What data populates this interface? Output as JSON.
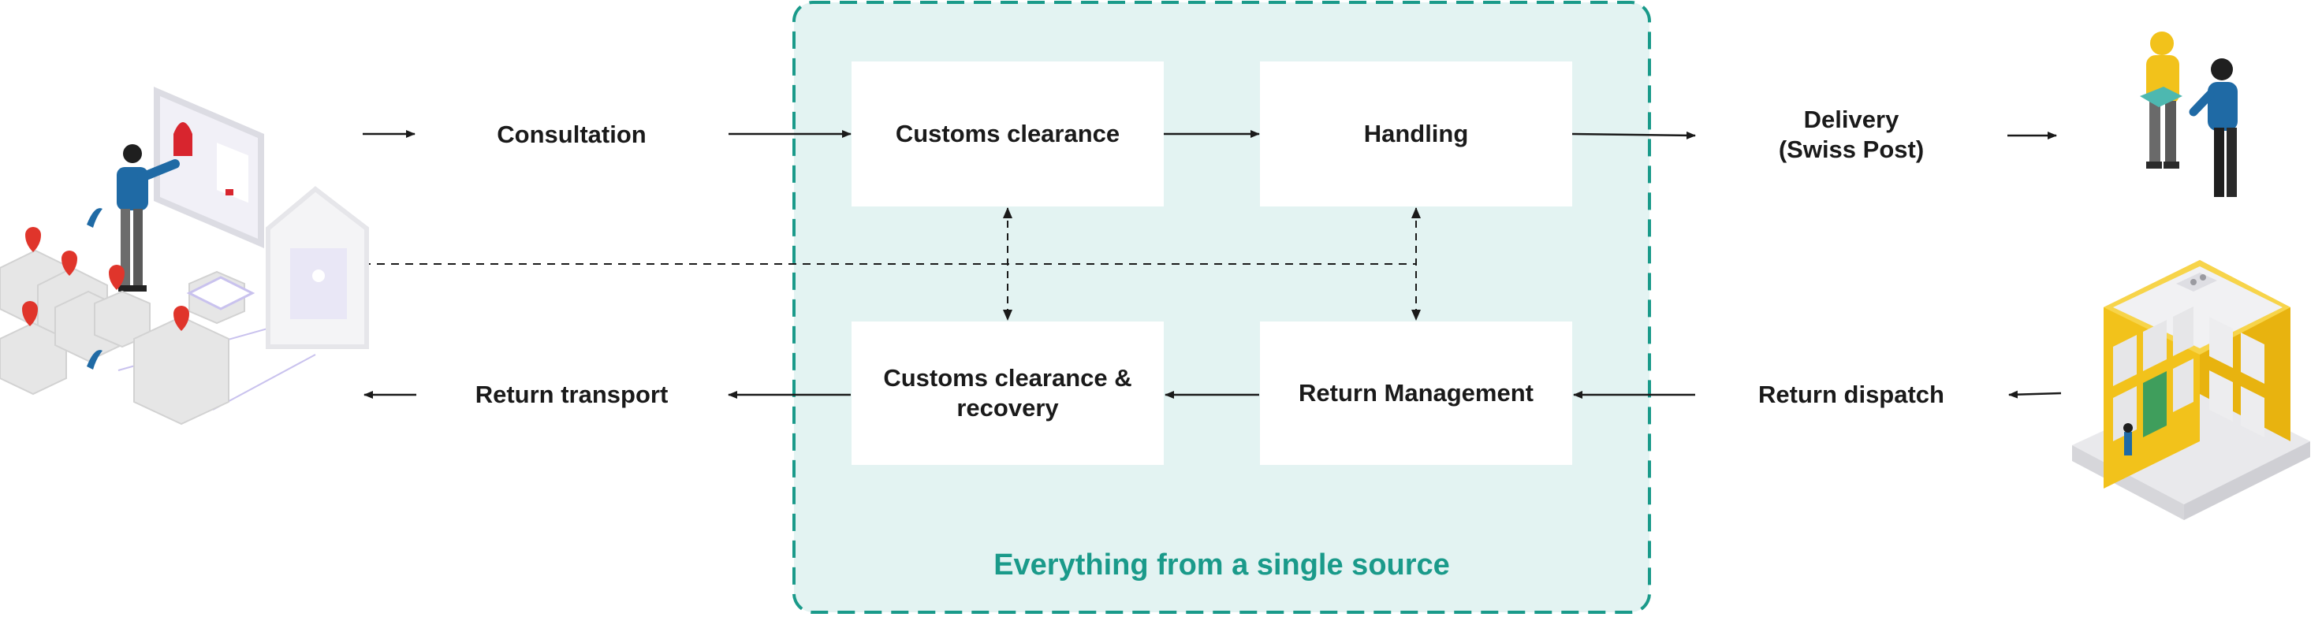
{
  "diagram": {
    "colors": {
      "accent": "#1a9a8a",
      "panel": "#e3f3f2",
      "arrow": "#1a1a1a",
      "building_yellow": "#f2c21b",
      "marker_red": "#e0352b",
      "shirt_blue": "#1f6aa5",
      "box_grey": "#e6e6e6"
    },
    "panel_caption": "Everything from a single source",
    "nodes": {
      "consultation": "Consultation",
      "customs_clearance": "Customs clearance",
      "handling": "Handling",
      "delivery": "Delivery\n(Swiss Post)",
      "return_transport": "Return transport",
      "customs_recovery": "Customs clearance &\nrecovery",
      "return_management": "Return Management",
      "return_dispatch": "Return dispatch"
    },
    "illustrations": {
      "left": "online-shop-warehouse-illustration",
      "top_right": "courier-handover-illustration",
      "bottom_right": "yellow-building-illustration"
    }
  }
}
